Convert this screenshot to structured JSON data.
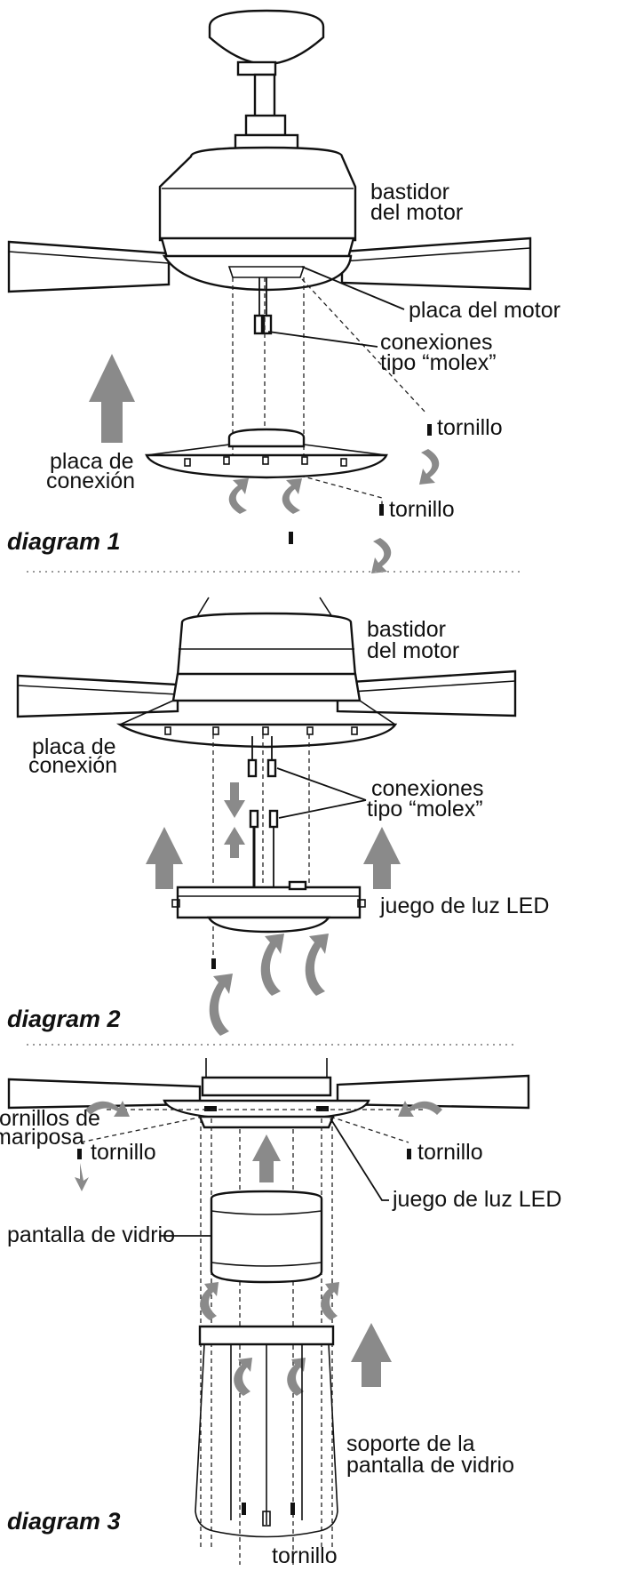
{
  "colors": {
    "arrow": "#8a8a8a",
    "line": "#111111",
    "separator": "#9a9a9a",
    "background": "#ffffff"
  },
  "diagram1": {
    "caption": "diagram 1",
    "labels": {
      "motor_housing_1": "bastidor",
      "motor_housing_2": "del motor",
      "motor_plate": "placa del motor",
      "molex_1": "conexiones",
      "molex_2": "tipo “molex”",
      "screw_a": "tornillo",
      "connection_plate_1": "placa de",
      "connection_plate_2": "conexión",
      "screw_b": "tornillo"
    }
  },
  "diagram2": {
    "caption": "diagram 2",
    "labels": {
      "motor_housing_1": "bastidor",
      "motor_housing_2": "del motor",
      "connection_plate_1": "placa de",
      "connection_plate_2": "conexión",
      "molex_1": "conexiones",
      "molex_2": "tipo “molex”",
      "led_kit": "juego de luz LED"
    }
  },
  "diagram3": {
    "caption": "diagram 3",
    "labels": {
      "wing_screws_1": "tornillos de",
      "wing_screws_2": "mariposa",
      "screw_left": "tornillo",
      "screw_right": "tornillo",
      "led_kit": "juego de luz LED",
      "glass_shade": "pantalla de vidrio",
      "shade_holder_1": "soporte de la",
      "shade_holder_2": "pantalla de vidrio",
      "screw_bottom": "tornillo"
    }
  }
}
